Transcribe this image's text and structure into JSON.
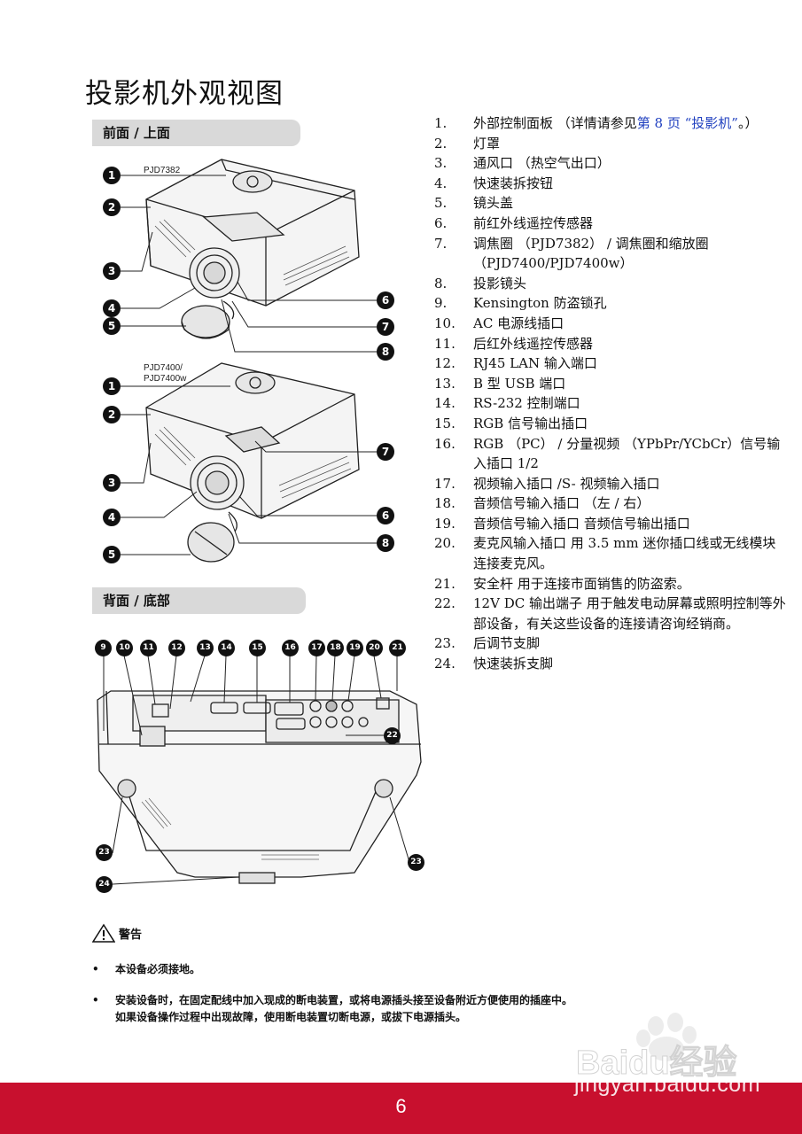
{
  "page_title": "投影机外观视图",
  "sections": {
    "front_top": "前面 / 上面",
    "rear_bottom": "背面 / 底部"
  },
  "models": {
    "model_a": "PJD7382",
    "model_b_line1": "PJD7400/",
    "model_b_line2": "PJD7400w"
  },
  "callouts": {
    "front_a": [
      "1",
      "2",
      "3",
      "4",
      "5",
      "6",
      "7",
      "8"
    ],
    "front_b": [
      "1",
      "2",
      "3",
      "4",
      "5",
      "6",
      "7",
      "8"
    ],
    "rear_top": [
      "9",
      "10",
      "11",
      "12",
      "13",
      "14",
      "15",
      "16",
      "17",
      "18",
      "19",
      "20",
      "21"
    ],
    "rear_side": [
      "22",
      "23",
      "23",
      "24"
    ]
  },
  "parts": [
    {
      "num": "1.",
      "text": "外部控制面板 （详情请参见",
      "link": "第 8 页 “投影机”",
      "after": "。）"
    },
    {
      "num": "2.",
      "text": "灯罩"
    },
    {
      "num": "3.",
      "text": "通风口 （热空气出口）"
    },
    {
      "num": "4.",
      "text": "快速装拆按钮"
    },
    {
      "num": "5.",
      "text": "镜头盖"
    },
    {
      "num": "6.",
      "text": "前红外线遥控传感器"
    },
    {
      "num": "7.",
      "text": "调焦圈 （PJD7382） / 调焦圈和缩放圈 （PJD7400/PJD7400w）"
    },
    {
      "num": "8.",
      "text": "投影镜头"
    },
    {
      "num": "9.",
      "text": "Kensington 防盗锁孔"
    },
    {
      "num": "10.",
      "text": "AC 电源线插口"
    },
    {
      "num": "11.",
      "text": "后红外线遥控传感器"
    },
    {
      "num": "12.",
      "text": "RJ45 LAN 输入端口"
    },
    {
      "num": "13.",
      "text": "B 型 USB 端口"
    },
    {
      "num": "14.",
      "text": "RS-232 控制端口"
    },
    {
      "num": "15.",
      "text": "RGB 信号输出插口"
    },
    {
      "num": "16.",
      "text": "RGB （PC） / 分量视频 （YPbPr/YCbCr）信号输入插口 1/2"
    },
    {
      "num": "17.",
      "text": "视频输入插口 /S- 视频输入插口"
    },
    {
      "num": "18.",
      "text": "音频信号输入插口 （左 / 右）"
    },
    {
      "num": "19.",
      "text": "音频信号输入插口 音频信号输出插口"
    },
    {
      "num": "20.",
      "text": "麦克风输入插口 用 3.5 mm 迷你插口线或无线模块连接麦克风。"
    },
    {
      "num": "21.",
      "text": "安全杆 用于连接市面销售的防盗索。"
    },
    {
      "num": "22.",
      "text": "12V DC 输出端子 用于触发电动屏幕或照明控制等外部设备，有关这些设备的连接请咨询经销商。"
    },
    {
      "num": "23.",
      "text": "后调节支脚"
    },
    {
      "num": "24.",
      "text": "快速装拆支脚"
    }
  ],
  "warning": {
    "heading": "警告",
    "items": [
      "本设备必须接地。",
      "安装设备时，在固定配线中加入现成的断电装置，或将电源插头接至设备附近方便使用的插座中。",
      "如果设备操作过程中出现故障，使用断电装置切断电源，或拔下电源插头。"
    ]
  },
  "footer": {
    "page_number": "6"
  },
  "watermark": {
    "logo": "Baidu经验",
    "url": "jingyan.baidu.com"
  },
  "colors": {
    "footer": "#c8102e",
    "link": "#1f3fbf",
    "section_bar": "#d9d9d9"
  }
}
